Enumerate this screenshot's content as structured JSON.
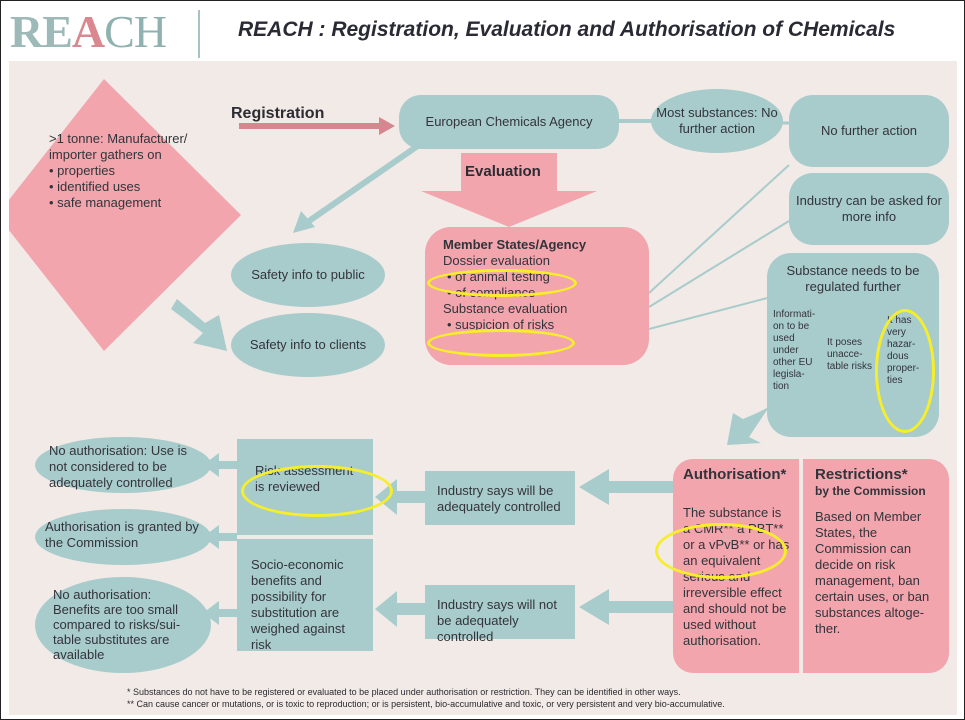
{
  "header": {
    "logo": {
      "part1": "RE",
      "part2": "A",
      "part3": "CH"
    },
    "title": "REACH : Registration, Evaluation and Authorisation of CHemicals"
  },
  "labels": {
    "registration": "Registration",
    "evaluation": "Evaluation",
    "authorisation": "Authorisation*",
    "restrictions": "Restrictions*",
    "restrictions_sub": "by the Commission"
  },
  "nodes": {
    "manufacturer": {
      "intro": ">1 tonne: Manufacturer/ importer gathers on",
      "items": [
        "properties",
        "identified uses",
        "safe management"
      ]
    },
    "agency": "European Chemicals Agency",
    "most_substances": "Most substances: No further action",
    "no_further_action": "No further action",
    "industry_more_info": "Industry can be asked for more info",
    "safety_public": "Safety info to public",
    "safety_clients": "Safety info to clients",
    "member_states": {
      "title": "Member States/Agency",
      "dossier": "Dossier evaluation",
      "item1": "• of animal testing",
      "item2": "• of compliance",
      "substance": "Substance evaluation",
      "item3": "• suspicion of risks"
    },
    "regulated": {
      "title": "Substance needs to be regulated further",
      "col1": "Informati- on to be used under other EU legisla- tion",
      "col2": "It poses unacce- table risks",
      "col3": "It has very hazar- dous proper- ties"
    },
    "no_auth_controlled": "No authorisation: Use is not considered to be adequately controlled",
    "auth_granted": "Authorisation is granted by the Commission",
    "no_auth_benefits": "No authorisation: Benefits are too small compared to risks/sui- table substitutes are available",
    "risk_assessment": "Risk assessment is reviewed",
    "socio_economic": "Socio-economic benefits and possibility for substitution are weighed against risk",
    "industry_controlled": "Industry says will be adequately controlled",
    "industry_not_controlled": "Industry says will not be adequately controlled",
    "authorisation_text": "The substance is a CMR** a PBT** or a vPvB** or has an equivalent serious and irreversible effect and should not be used without authorisation.",
    "restrictions_text": "Based on Member States, the Commission can decide on risk management, ban certain uses, or ban substances altoge- ther."
  },
  "footnotes": {
    "f1": "* Substances do not have to be registered or evaluated to be placed under authorisation or restriction. They can be identified in other ways.",
    "f2": "** Can cause cancer or mutations, or is toxic to reproduction; or is persistent, bio-accumulative and toxic, or very persistent and very bio-accumulative."
  },
  "colors": {
    "teal": "#a8cbcc",
    "pink": "#f2a5ad",
    "background": "#f2eae6",
    "highlight": "#f6ee2a"
  }
}
